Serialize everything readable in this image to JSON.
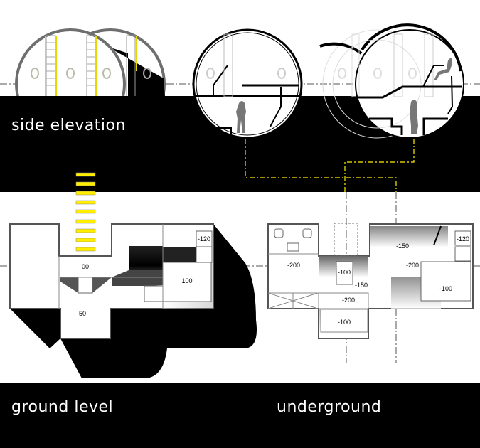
{
  "titles": {
    "side_elevation": "side elevation",
    "ground_level": "ground level",
    "underground": "underground"
  },
  "ground_plan": {
    "levels": [
      "00",
      "-120",
      "100",
      "50"
    ]
  },
  "underground_plan": {
    "levels": [
      "-200",
      "-100",
      "-150",
      "-150",
      "-200",
      "-120",
      "-100",
      "-200",
      "-100"
    ]
  },
  "colors": {
    "background": "#ffffff",
    "band": "#000000",
    "accent_yellow": "#ffee00",
    "shell_grey": "#707070"
  }
}
